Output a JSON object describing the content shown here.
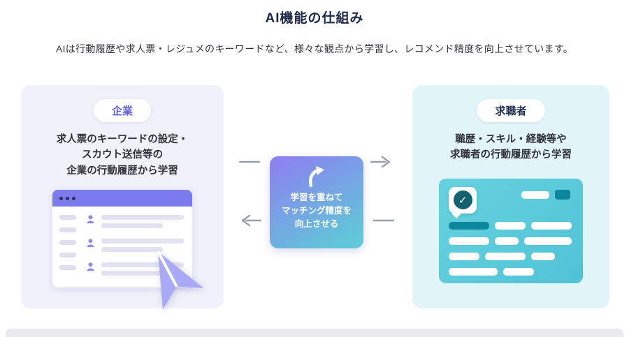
{
  "page": {
    "title": "AI機能の仕組み",
    "subtitle": "AIは行動履歴や求人票・レジュメのキーワードなど、様々な観点から学習し、レコメンド精度を向上させています。"
  },
  "company": {
    "badge": "企業",
    "lines": [
      "求人票のキーワードの設定・",
      "スカウト送信等の",
      "企業の行動履歴から学習"
    ]
  },
  "jobseeker": {
    "badge": "求職者",
    "lines": [
      "職歴・スキル・経験等や",
      "求職者の行動履歴から学習"
    ]
  },
  "center": {
    "lines": [
      "学習を重ねて",
      "マッチング精度を",
      "向上させる"
    ]
  },
  "icons": {
    "check": "✓",
    "cycle_arrow": "curved-up-arrow",
    "paper_plane": "paper-plane",
    "person": "person-silhouette",
    "window_dots": "window-control-dots"
  },
  "colors": {
    "title_navy": "#1e2a4a",
    "accent_purple": "#7b7bee",
    "accent_teal": "#4fc3d6",
    "company_card_bg": "#f1f1fb",
    "jobseeker_card_bg": "#e2f5f9",
    "gradient_start": "#8f7df2",
    "gradient_end": "#60c8d8",
    "arrow_gray": "#9aa0a8",
    "dark_teal": "#0d879b"
  }
}
